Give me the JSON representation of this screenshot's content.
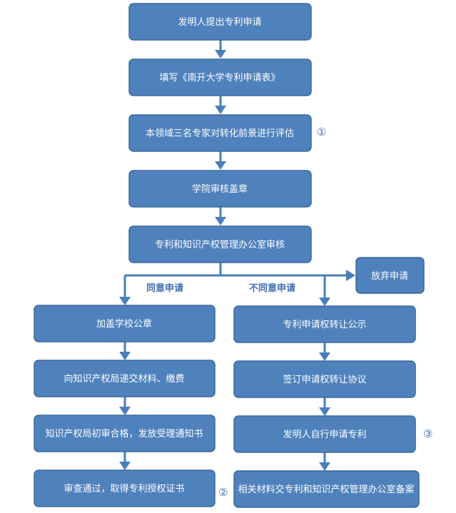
{
  "nodes": {
    "n1": "发明人提出专利申请",
    "n2": "填写《南开大学专利申请表》",
    "n3": "本领域三名专家对转化前景进行评估",
    "n4": "学院审核盖章",
    "n5": "专利和知识产权管理办公室审核",
    "abandon": "放弃申请",
    "l1": "加盖学校公章",
    "l2": "向知识产权局递交材料、缴费",
    "l3": "知识产权局初审合格，发放受理通知书",
    "l4": "审查通过，取得专利授权证书",
    "r1": "专利申请权转让公示",
    "r2": "签订申请权转让协议",
    "r3": "发明人自行申请专利",
    "r4": "相关材料交专利和知识产权管理办公室备案"
  },
  "branch_labels": {
    "agree": "同意申请",
    "disagree": "不同意申请"
  },
  "markers": {
    "m1": "①",
    "m2": "②",
    "m3": "③"
  },
  "colors": {
    "box_fill": "#4f81bd",
    "arrow": "#4a7ebb",
    "label": "#3f6fb0"
  }
}
